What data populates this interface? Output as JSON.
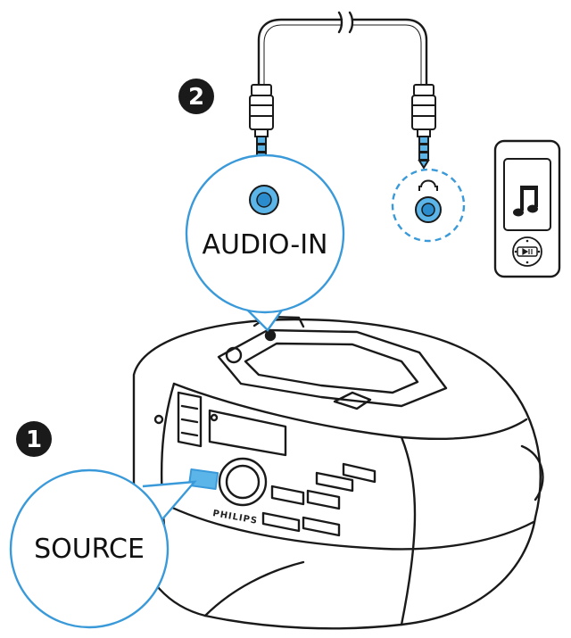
{
  "steps": {
    "step1": {
      "number": "1",
      "label": "SOURCE"
    },
    "step2": {
      "number": "2",
      "label": "AUDIO-IN"
    }
  },
  "device": {
    "brand": "PHILIPS"
  },
  "colors": {
    "accent": "#3a9ad9",
    "accent_fill": "#5bb5e8",
    "ink": "#1a1a1a",
    "paper": "#ffffff"
  },
  "icons": [
    "music-note-icon",
    "headphone-icon",
    "play-pause-icon"
  ]
}
